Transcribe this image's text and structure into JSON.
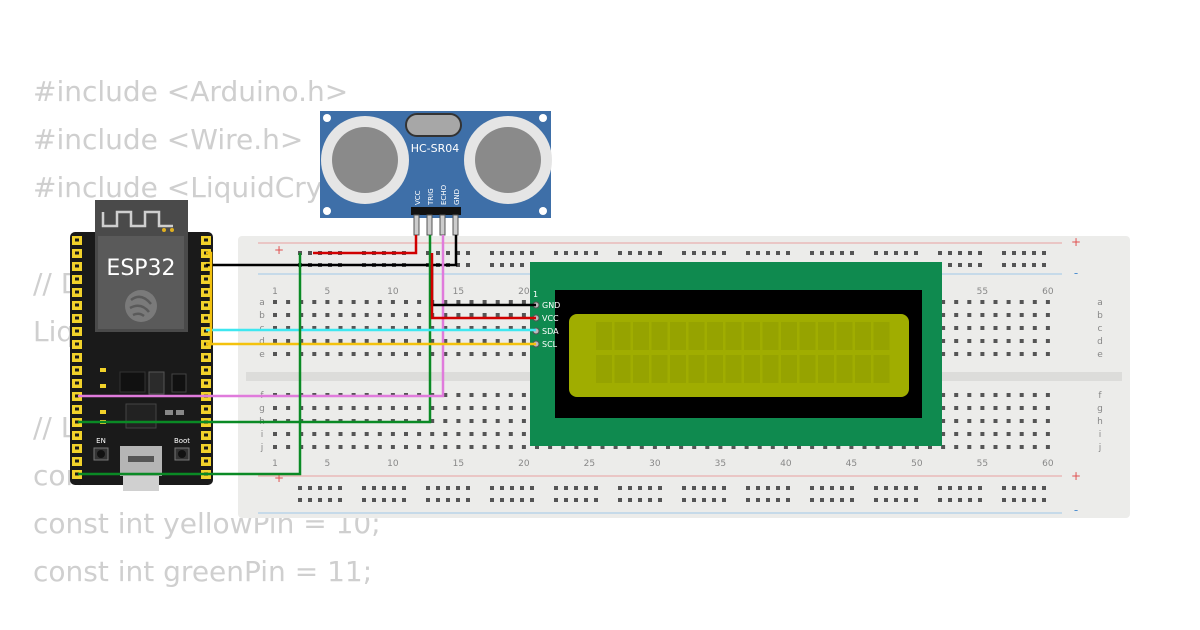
{
  "code_lines": [
    "#include <Arduino.h>",
    "#include <Wire.h>",
    "#include <LiquidCry",
    "",
    "// D",
    "Liq",
    "",
    "// L",
    "con",
    "const int yellowPin = 10;",
    "const int greenPin = 11;"
  ],
  "esp32": {
    "title": "ESP32",
    "en_label": "EN",
    "boot_label": "Boot"
  },
  "hcsr04": {
    "title": "HC-SR04",
    "pins": [
      "VCC",
      "TRIG",
      "ECHO",
      "GND"
    ]
  },
  "lcd": {
    "pin1_label": "1",
    "pins": [
      "GND",
      "VCC",
      "SDA",
      "SCL"
    ]
  },
  "breadboard": {
    "column_numbers": [
      "5",
      "10",
      "15",
      "20",
      "25",
      "30",
      "35",
      "40",
      "45",
      "50",
      "55",
      "60"
    ],
    "row_letters_top": [
      "a",
      "b",
      "c",
      "d",
      "e"
    ],
    "row_letters_bottom": [
      "f",
      "g",
      "h",
      "i",
      "j"
    ],
    "col1_label": "1",
    "plus_sign": "+",
    "minus_sign": "-"
  },
  "colors": {
    "lcd_board": "#0f8a4f",
    "lcd_screen": "#a0ad00",
    "hc_board": "#3e6fa8",
    "esp_board": "#1a1a1a",
    "esp_header": "#f2d22a",
    "wire_red": "#d00000",
    "wire_black": "#000000",
    "wire_cyan": "#3fe7f0",
    "wire_yellow": "#f4c20d",
    "wire_green": "#0a8a25",
    "wire_pink": "#e07bdc"
  }
}
